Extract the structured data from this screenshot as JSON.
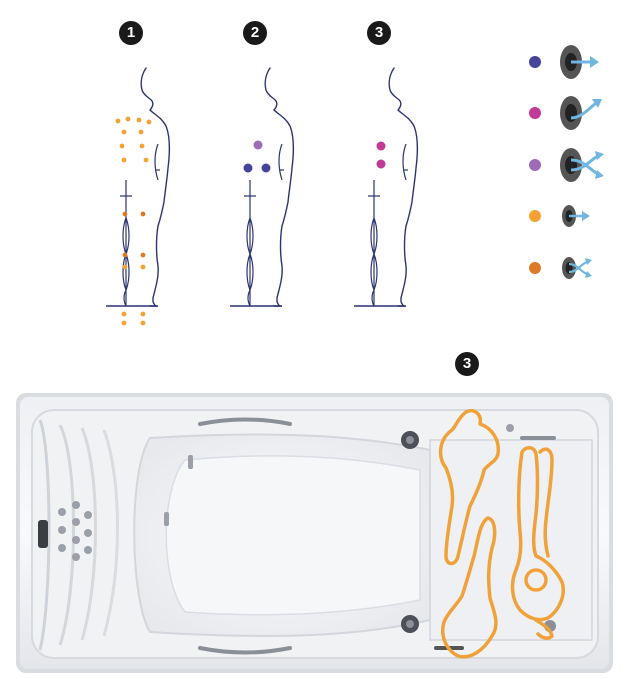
{
  "badges": {
    "top": [
      "1",
      "2",
      "3"
    ],
    "spa": "3"
  },
  "legend": [
    {
      "color": "#45439a",
      "icon": "large-jet-straight-icon"
    },
    {
      "color": "#c13a96",
      "icon": "large-jet-curved-icon"
    },
    {
      "color": "#a06bb6",
      "icon": "large-jet-crossing-icon"
    },
    {
      "color": "#f3a233",
      "icon": "small-jet-straight-icon"
    },
    {
      "color": "#de7927",
      "icon": "small-jet-crossing-icon"
    }
  ],
  "colors": {
    "figure_line": "#2c3470",
    "seat_outline": "#f0a13a",
    "tub_shell": "#e6e8ec",
    "tub_rim": "#f4f5f7",
    "jet_arrow": "#6fb6e0"
  }
}
